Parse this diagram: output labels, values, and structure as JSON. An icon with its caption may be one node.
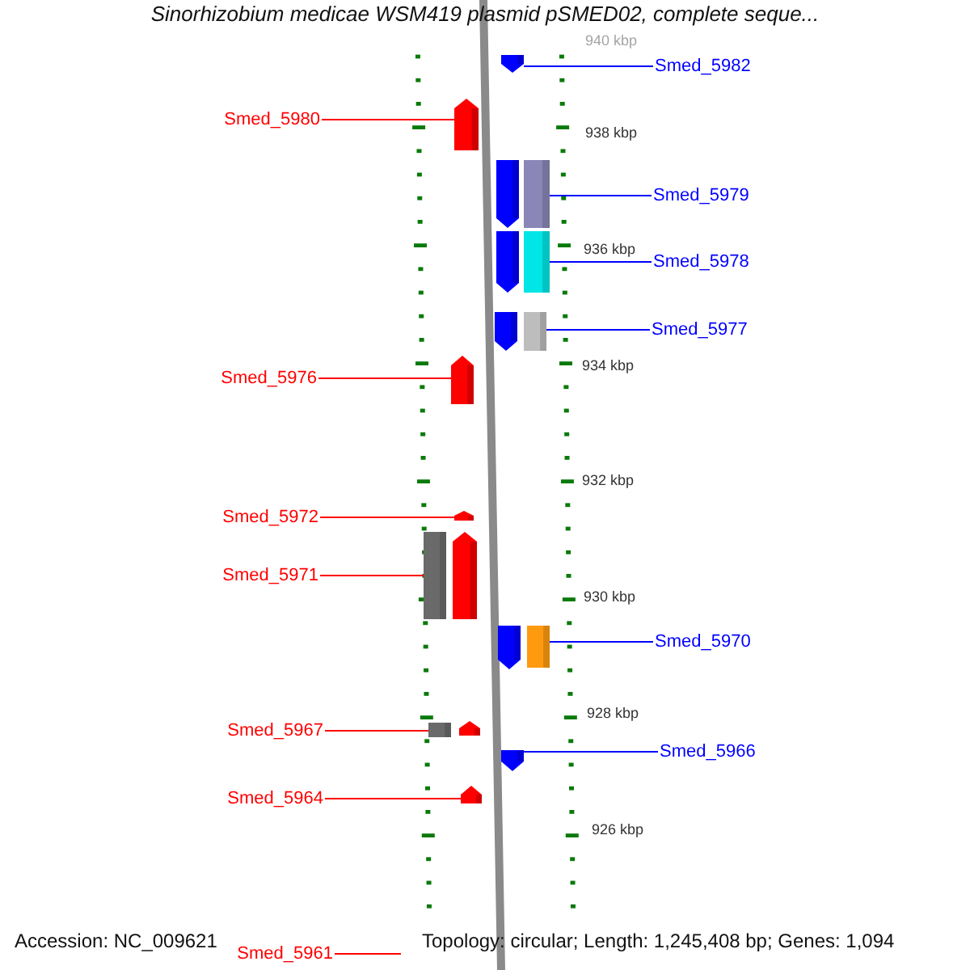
{
  "diagram": {
    "title": "Sinorhizobium medicae WSM419 plasmid pSMED02, complete seque...",
    "nodes": [
      {
        "text": [
          "Smed_5982"
        ]
      },
      {
        "text": [],
        "shape": "pentagon"
      },
      {
        "text": [
          "Smed_5980"
        ]
      },
      {
        "text": [],
        "shape": "pentagon"
      },
      {
        "text": [],
        "shape": "pentagon"
      },
      {
        "text": [],
        "shape": "box"
      },
      {
        "text": [
          "Smed_5979"
        ]
      },
      {
        "text": [],
        "shape": "pentagon"
      },
      {
        "text": [],
        "shape": "box"
      },
      {
        "text": [
          "Smed_5978"
        ]
      },
      {
        "text": [],
        "shape": "pentagon"
      },
      {
        "text": [],
        "shape": "box"
      },
      {
        "text": [
          "Smed_5977"
        ]
      },
      {
        "text": [
          "Smed_5976"
        ]
      },
      {
        "text": [],
        "shape": "pentagon"
      },
      {
        "text": [
          "Smed_5972"
        ]
      },
      {
        "text": [],
        "shape": "pentagon"
      },
      {
        "text": [
          "Smed_5971"
        ]
      },
      {
        "text": [],
        "shape": "box"
      },
      {
        "text": [],
        "shape": "pentagon"
      },
      {
        "text": [],
        "shape": "pentagon"
      },
      {
        "text": [],
        "shape": "box"
      },
      {
        "text": [
          "Smed_5970"
        ]
      },
      {
        "text": [
          "Smed_5967"
        ]
      },
      {
        "text": [],
        "shape": "box"
      },
      {
        "text": [],
        "shape": "pentagon"
      },
      {
        "text": [],
        "shape": "pentagon"
      },
      {
        "text": [
          "Smed_5966"
        ]
      },
      {
        "text": [
          "Smed_5964"
        ]
      },
      {
        "text": [],
        "shape": "pentagon"
      },
      {
        "text": [
          "Smed_5961"
        ]
      }
    ],
    "edges": [
      {
        "from": 0,
        "to": 1,
        "arrow": "none",
        "color": "#0000ff"
      },
      {
        "from": 2,
        "to": 3,
        "arrow": "none",
        "color": "#ff0000"
      },
      {
        "from": 6,
        "to": 5,
        "arrow": "none",
        "color": "#0000ff"
      },
      {
        "from": 9,
        "to": 8,
        "arrow": "none",
        "color": "#0000ff"
      },
      {
        "from": 12,
        "to": 11,
        "arrow": "none",
        "color": "#0000ff"
      },
      {
        "from": 13,
        "to": 14,
        "arrow": "none",
        "color": "#ff0000"
      },
      {
        "from": 15,
        "to": 16,
        "arrow": "none",
        "color": "#ff0000"
      },
      {
        "from": 17,
        "to": 18,
        "arrow": "none",
        "color": "#ff0000"
      },
      {
        "from": 22,
        "to": 21,
        "arrow": "none",
        "color": "#0000ff"
      },
      {
        "from": 23,
        "to": 24,
        "arrow": "none",
        "color": "#ff0000"
      },
      {
        "from": 27,
        "to": 26,
        "arrow": "none",
        "color": "#0000ff"
      },
      {
        "from": 28,
        "to": 29,
        "arrow": "none",
        "color": "#ff0000"
      },
      {
        "from": 30,
        "to": null,
        "arrow": "none",
        "color": "#ff0000"
      }
    ],
    "labels": [
      "940 kbp",
      "938 kbp",
      "936 kbp",
      "934 kbp",
      "932 kbp",
      "930 kbp",
      "928 kbp",
      "926 kbp",
      "Accession: NC_009621",
      "Topology: circular; Length: 1,245,408 bp; Genes: 1,094"
    ]
  }
}
